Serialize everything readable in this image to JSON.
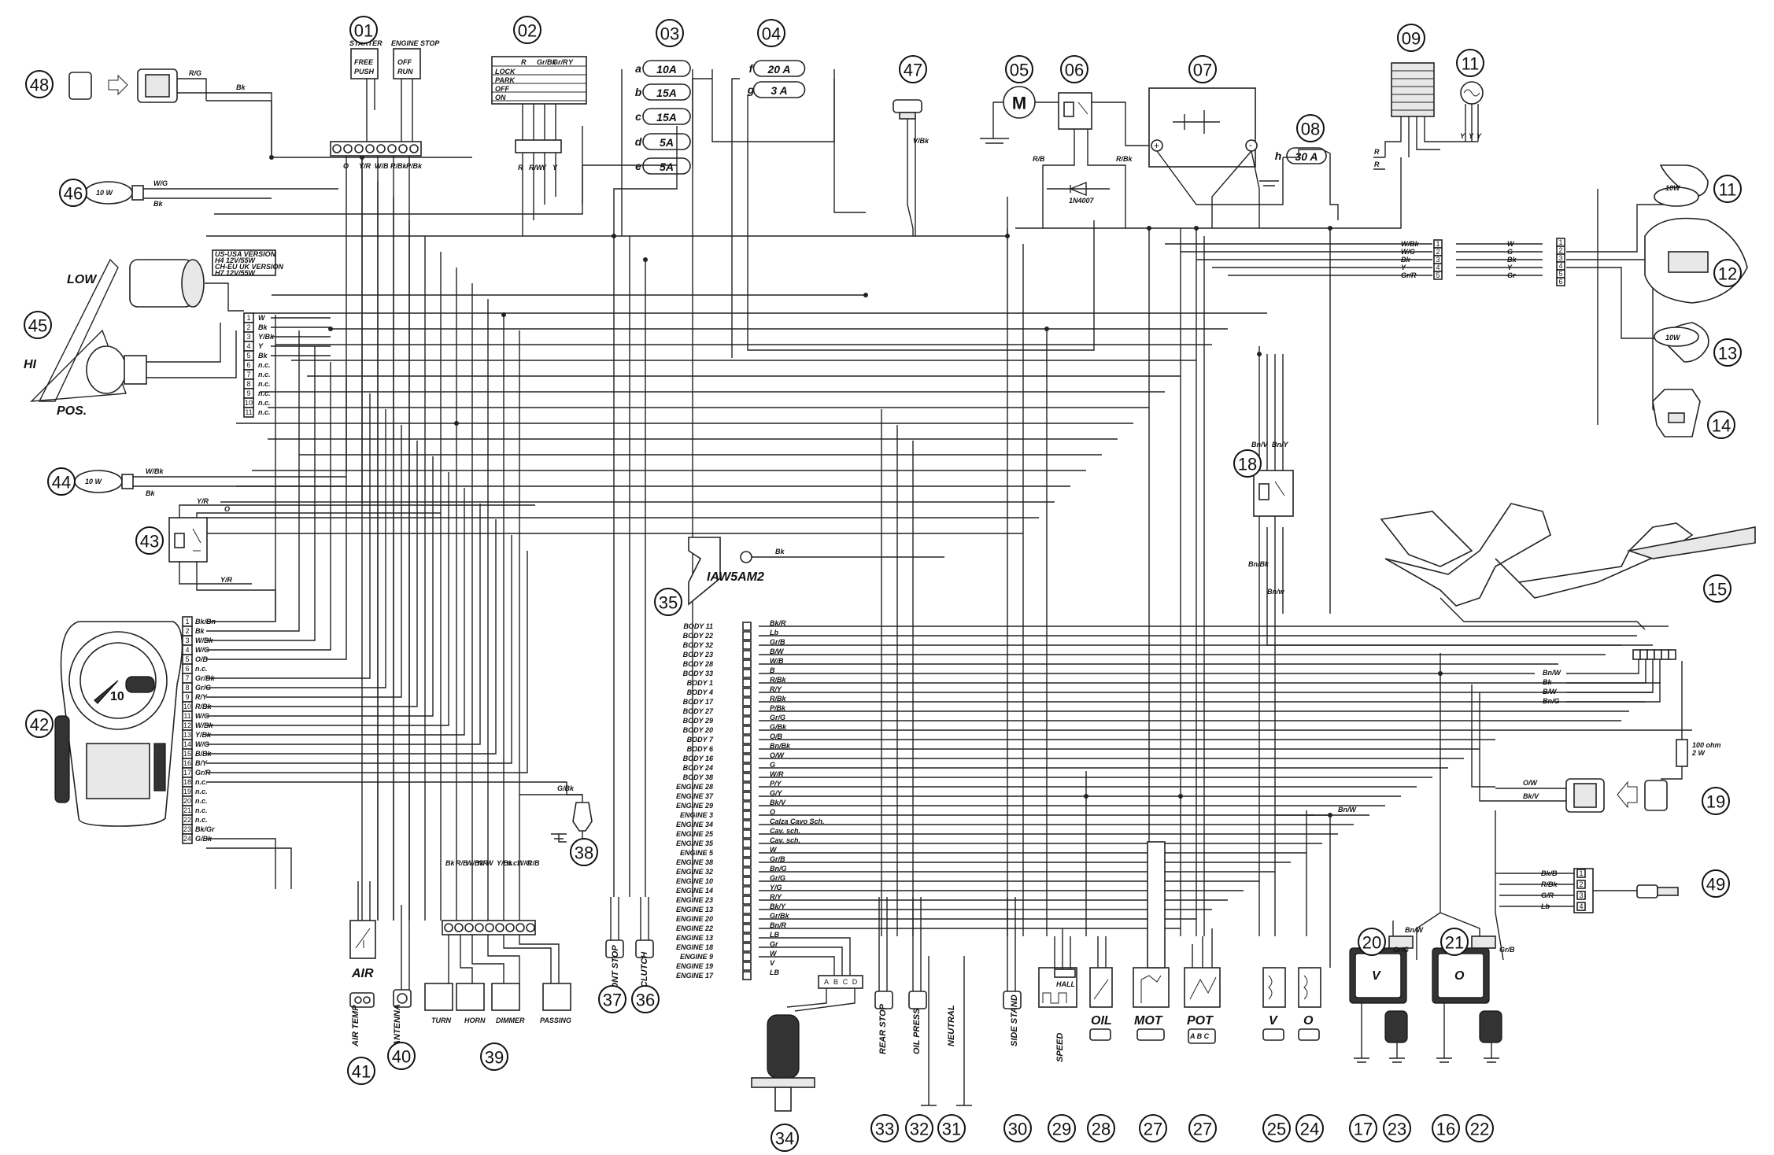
{
  "callouts": {
    "n01": "01",
    "n02": "02",
    "n03": "03",
    "n04": "04",
    "n05": "05",
    "n06": "06",
    "n07": "07",
    "n08": "08",
    "n09": "09",
    "n11a": "11",
    "n11b": "11",
    "n12": "12",
    "n13": "13",
    "n14": "14",
    "n15": "15",
    "n16": "16",
    "n17": "17",
    "n18": "18",
    "n19": "19",
    "n20": "20",
    "n21": "21",
    "n22": "22",
    "n23": "23",
    "n24": "24",
    "n25": "25",
    "n27a": "27",
    "n27b": "27",
    "n28": "28",
    "n29": "29",
    "n30": "30",
    "n31": "31",
    "n32": "32",
    "n33": "33",
    "n34": "34",
    "n35": "35",
    "n36": "36",
    "n37": "37",
    "n38": "38",
    "n39": "39",
    "n40": "40",
    "n41": "41",
    "n42": "42",
    "n43": "43",
    "n44": "44",
    "n45": "45",
    "n46": "46",
    "n47": "47",
    "n48": "48",
    "n49": "49"
  },
  "fuses": {
    "a": {
      "letter": "a",
      "rating": "10A"
    },
    "b": {
      "letter": "b",
      "rating": "15A"
    },
    "c": {
      "letter": "c",
      "rating": "15A"
    },
    "d": {
      "letter": "d",
      "rating": "5A"
    },
    "e": {
      "letter": "e",
      "rating": "5A"
    },
    "f": {
      "letter": "f",
      "rating": "20 A"
    },
    "g": {
      "letter": "g",
      "rating": "3 A"
    },
    "h": {
      "letter": "h",
      "rating": "30 A"
    }
  },
  "switch01": {
    "starter": "STARTER",
    "engine_stop": "ENGINE STOP",
    "free": "FREE",
    "push": "PUSH",
    "off": "OFF",
    "run": "RUN"
  },
  "key02": {
    "headers": [
      "R",
      "Gr/Bk",
      "Gr/R",
      "Y"
    ],
    "rows": [
      "LOCK",
      "PARK",
      "OFF",
      "ON"
    ]
  },
  "ecu": {
    "title": "IAW5AM2",
    "pins": [
      {
        "pin": "BODY 11",
        "wire": "Bk/R"
      },
      {
        "pin": "BODY 22",
        "wire": "Lb"
      },
      {
        "pin": "BODY 32",
        "wire": "Gr/B"
      },
      {
        "pin": "BODY 23",
        "wire": "B/W"
      },
      {
        "pin": "BODY 28",
        "wire": "W/B"
      },
      {
        "pin": "BODY 33",
        "wire": "B"
      },
      {
        "pin": "BODY 1",
        "wire": "R/Bk"
      },
      {
        "pin": "BODY 4",
        "wire": "R/Y"
      },
      {
        "pin": "BODY 17",
        "wire": "R/Bk"
      },
      {
        "pin": "BODY 27",
        "wire": "P/Bk"
      },
      {
        "pin": "BODY 29",
        "wire": "Gr/G"
      },
      {
        "pin": "BODY 20",
        "wire": "G/Bk"
      },
      {
        "pin": "BODY 7",
        "wire": "O/B"
      },
      {
        "pin": "BODY 6",
        "wire": "Bn/Bk"
      },
      {
        "pin": "BODY 16",
        "wire": "O/W"
      },
      {
        "pin": "BODY 24",
        "wire": "G"
      },
      {
        "pin": "BODY 38",
        "wire": "W/R"
      },
      {
        "pin": "ENGINE 28",
        "wire": "P/Y"
      },
      {
        "pin": "ENGINE 37",
        "wire": "G/Y"
      },
      {
        "pin": "ENGINE 29",
        "wire": "Bk/V"
      },
      {
        "pin": "ENGINE 3",
        "wire": "O"
      },
      {
        "pin": "ENGINE 34",
        "wire": "Calza Cavo Sch."
      },
      {
        "pin": "ENGINE 25",
        "wire": "Cav. sch."
      },
      {
        "pin": "ENGINE 35",
        "wire": "Cav. sch."
      },
      {
        "pin": "ENGINE 5",
        "wire": "W"
      },
      {
        "pin": "ENGINE 38",
        "wire": "Gr/B"
      },
      {
        "pin": "ENGINE 32",
        "wire": "Bn/G"
      },
      {
        "pin": "ENGINE 10",
        "wire": "Gr/G"
      },
      {
        "pin": "ENGINE 14",
        "wire": "Y/G"
      },
      {
        "pin": "ENGINE 23",
        "wire": "R/Y"
      },
      {
        "pin": "ENGINE 13",
        "wire": "Bk/Y"
      },
      {
        "pin": "ENGINE 20",
        "wire": "Gr/Bk"
      },
      {
        "pin": "ENGINE 22",
        "wire": "Bn/R"
      },
      {
        "pin": "ENGINE 13",
        "wire": "LB"
      },
      {
        "pin": "ENGINE 18",
        "wire": "Gr"
      },
      {
        "pin": "ENGINE 9",
        "wire": "W"
      },
      {
        "pin": "ENGINE 19",
        "wire": "V"
      },
      {
        "pin": "ENGINE 17",
        "wire": "LB"
      }
    ]
  },
  "dash42": {
    "wires": [
      "Bk/Bn",
      "Bk",
      "W/Bk",
      "W/G",
      "O/B",
      "n.c.",
      "Gr/Bk",
      "Gr/G",
      "R/Y",
      "R/Bk",
      "W/G",
      "W/Bk",
      "Y/Bk",
      "W/G",
      "B/Bk",
      "B/Y",
      "Gr/R",
      "n.c.",
      "n.c.",
      "n.c.",
      "n.c.",
      "n.c.",
      "Bk/Gr",
      "G/Bk"
    ],
    "pins": [
      "1",
      "2",
      "3",
      "4",
      "5",
      "6",
      "7",
      "8",
      "9",
      "10",
      "11",
      "12",
      "13",
      "14",
      "15",
      "16",
      "17",
      "18",
      "19",
      "20",
      "21",
      "22",
      "23",
      "24"
    ]
  },
  "headlight45": {
    "low": "LOW",
    "hi": "HI",
    "pos": "POS.",
    "wires": [
      "W",
      "Bk",
      "Y/Bk",
      "Y",
      "Bk",
      "n.c.",
      "n.c.",
      "n.c.",
      "n.c.",
      "n.c.",
      "n.c."
    ],
    "pins": [
      "1",
      "2",
      "3",
      "4",
      "5",
      "6",
      "7",
      "8",
      "9",
      "10",
      "11"
    ],
    "note": [
      "US-USA VERSION",
      "H4 12V/55W",
      "CH-EU UK VERSION",
      "H7 12V/55W"
    ]
  },
  "bulbs": {
    "b46": "10 W",
    "b44": "10 W",
    "b11": "10W",
    "b13": "10W"
  },
  "wires_misc": {
    "w48a": "R/G",
    "w48b": "Bk",
    "w46a": "W/G",
    "w46b": "Bk",
    "w44a": "W/Bk",
    "w44b": "Bk",
    "w43a": "Y/R",
    "w43b": "O",
    "w43c": "Y/R",
    "w38": "G/Bk",
    "w35": "Bk",
    "w47": "V/Bk",
    "w18a": "Bn/V",
    "w18b": "Bn/Y",
    "w18c": "Bn/Bk",
    "w18d": "Bn/w",
    "w19a": "O/W",
    "w19b": "Bk/V",
    "w24": "Bn/W",
    "diode": "1N4007",
    "res": [
      "100 ohm",
      "2 W"
    ]
  },
  "tail12": {
    "left": [
      "W/Bk",
      "W/G",
      "Bk",
      "Y",
      "Gr/R"
    ],
    "pins": [
      "1",
      "2",
      "3",
      "4",
      "5"
    ],
    "right": [
      "W",
      "G",
      "Bk",
      "Y",
      "Gr"
    ],
    "rpins": [
      "1",
      "2",
      "3",
      "4",
      "5",
      "6"
    ]
  },
  "conn15": [
    "Bn/W",
    "Bk",
    "B/W",
    "Bn/G"
  ],
  "conn49": [
    "Bk/B",
    "R/Bk",
    "G/R",
    "Lb"
  ],
  "sensors": {
    "air": "AIR",
    "oil": "OIL",
    "mot": "MOT",
    "pot": "POT",
    "v": "V",
    "o": "O",
    "hall": "HALL",
    "abc": "A B C"
  },
  "bottom_labels": {
    "rear_stop": "REAR STOP",
    "oil_press": "OIL PRESS",
    "neutral": "NEUTRAL",
    "side_stand": "SIDE STAND",
    "speed": "SPEED",
    "front_stop": "FRONT STOP",
    "clutch": "CLUTCH",
    "turn": "TURN",
    "horn": "HORN",
    "dimmer": "DIMMER",
    "passing": "PASSING",
    "antenna": "ANTENNA",
    "air_temp": "AIR TEMP"
  },
  "switch39": {
    "wires": [
      "Bk",
      "R/B",
      "W/Bk",
      "Y/R",
      "W",
      "Y/Bk",
      "n.c.",
      "W/G",
      "R/B"
    ]
  },
  "coils": {
    "v": "V",
    "o": "O",
    "c20a": "Bn/W",
    "c20b": "Gr/G",
    "c21a": "Gr/B"
  },
  "motor": "M"
}
